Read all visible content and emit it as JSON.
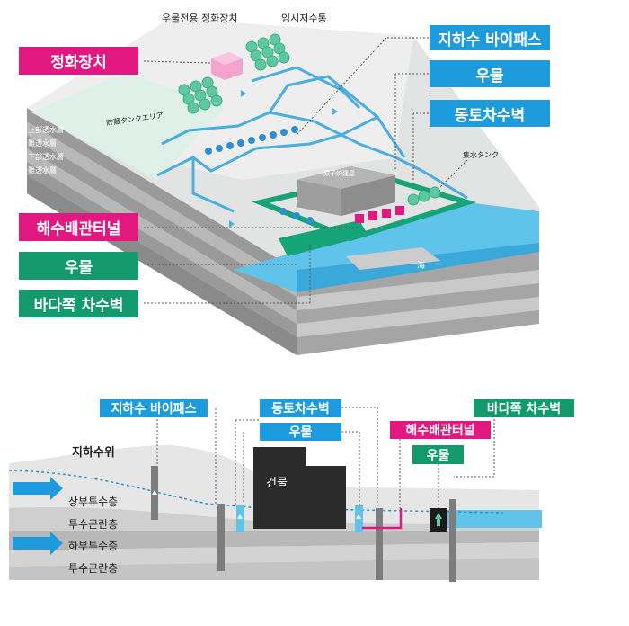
{
  "top": {
    "labels": {
      "purifier": "정화장치",
      "bypass": "지하수 바이패스",
      "well": "우물",
      "frozen_wall": "동토차수벽",
      "seawater_tunnel": "해수배관터널",
      "well2": "우물",
      "sea_wall": "바다쪽 차수벽"
    },
    "texts": {
      "well_purifier": "우물전용 정화장치",
      "temp_storage": "임시저수통",
      "tank_area": "貯蔵タンクエリア",
      "collect_tank": "集水タンク",
      "sea": "海",
      "building": "原子炉建屋"
    },
    "strata": [
      "上部透水層",
      "難透水層",
      "下部透水層",
      "難透水層"
    ]
  },
  "bottom": {
    "labels": {
      "bypass": "지하수 바이패스",
      "frozen_wall": "동토차수벽",
      "well": "우물",
      "seawater_tunnel": "해수배관터널",
      "sea_wall": "바다쪽 차수벽",
      "well2": "우물"
    },
    "texts": {
      "groundwater_level": "지하수위",
      "building": "건물",
      "upper_aquifer": "상부투수층",
      "aquitard1": "투수곤란층",
      "lower_aquifer": "하부투수층",
      "aquitard2": "투수곤란층"
    }
  },
  "colors": {
    "pink": "#e0187f",
    "blue": "#1e9bdc",
    "green": "#129a6c",
    "water": "#5fc3ea",
    "tank": "#5ec9a0"
  }
}
